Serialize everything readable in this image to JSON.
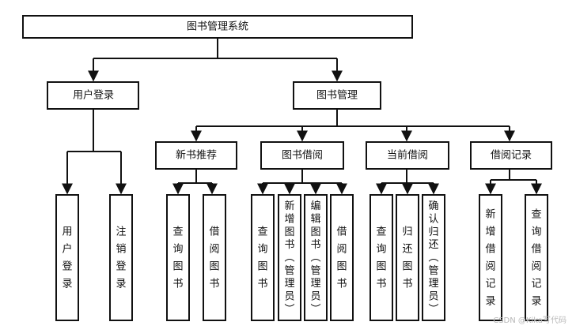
{
  "title": "图书管理系统",
  "nodes": {
    "root": "图书管理系统",
    "user_login": "用户登录",
    "book_mgmt": "图书管理",
    "new_books": "新书推荐",
    "borrow_books": "图书借阅",
    "current_borrow": "当前借阅",
    "borrow_record": "借阅记录",
    "ul_user_login": "用户登录",
    "ul_logout": "注销登录",
    "nb_query": "查询图书",
    "nb_borrow": "借阅图书",
    "bb_query": "查询图书",
    "bb_add": "新增图书（管理员）",
    "bb_edit": "编辑图书（管理员）",
    "bb_borrow": "借阅图书",
    "cb_query": "查询图书",
    "cb_return": "归还图书",
    "cb_confirm": "确认归还（管理员）",
    "br_add": "新增借阅记录",
    "br_query": "查询借阅记录"
  },
  "watermark": "CSDN @Kika写代码"
}
